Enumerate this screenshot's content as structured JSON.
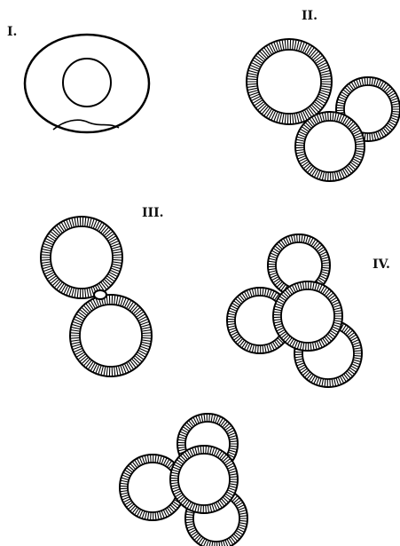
{
  "figures": [
    {
      "id": "I",
      "label": "I."
    },
    {
      "id": "II",
      "label": "II."
    },
    {
      "id": "III",
      "label": "III."
    },
    {
      "id": "IV",
      "label": "IV."
    },
    {
      "id": "V",
      "label": ""
    }
  ]
}
